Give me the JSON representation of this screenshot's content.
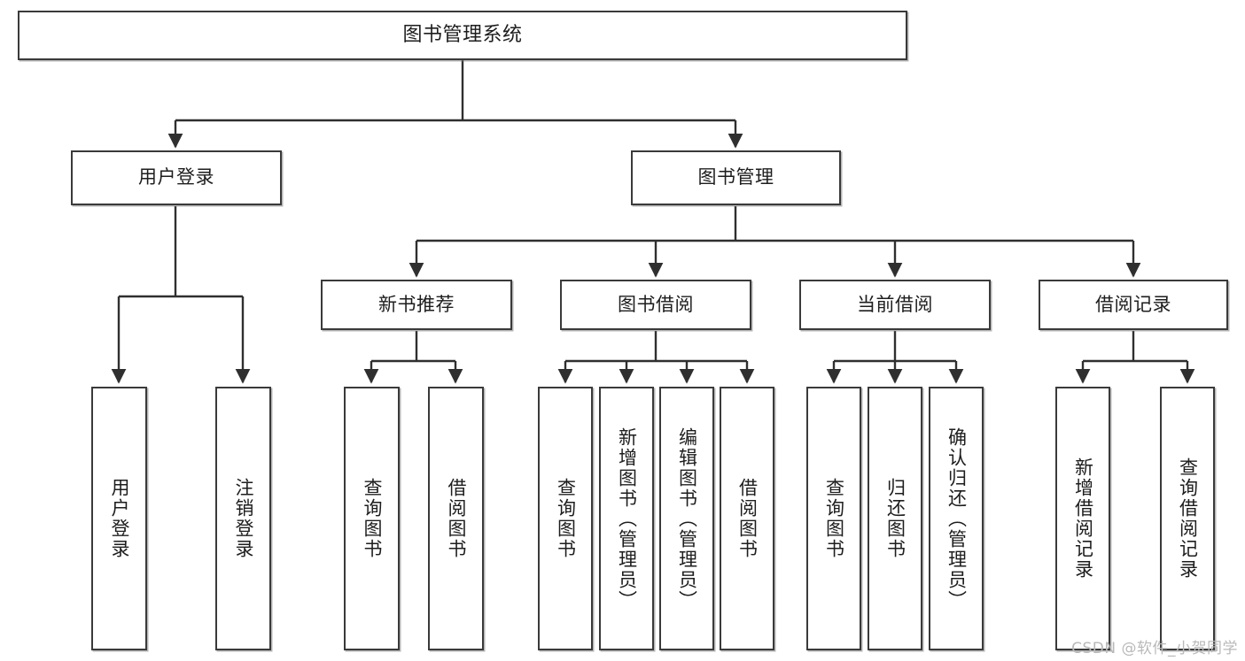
{
  "diagram": {
    "title": "图书管理系统",
    "type": "tree",
    "orientation": "top-down",
    "colors": {
      "box_border": "#3a3a3a",
      "box_fill": "#ffffff",
      "edge": "#2f2f2f",
      "text": "#1d1d1d",
      "watermark": "#b9b9b9",
      "background": "#ffffff"
    },
    "root": {
      "id": "root",
      "label": "图书管理系统"
    },
    "level2": [
      {
        "id": "n-user-login",
        "label": "用户登录"
      },
      {
        "id": "n-book-manage",
        "label": "图书管理"
      }
    ],
    "level3": [
      {
        "id": "n-new-book-rec",
        "label": "新书推荐"
      },
      {
        "id": "n-book-borrow",
        "label": "图书借阅"
      },
      {
        "id": "n-current-borrow",
        "label": "当前借阅"
      },
      {
        "id": "n-borrow-record",
        "label": "借阅记录"
      }
    ],
    "leaves": {
      "user_login": [
        {
          "id": "leaf-user-login",
          "label": "用户登录"
        },
        {
          "id": "leaf-logout-login",
          "label": "注销登录"
        }
      ],
      "new_book_rec": [
        {
          "id": "leaf-query-book-1",
          "label": "查询图书"
        },
        {
          "id": "leaf-borrow-book-1",
          "label": "借阅图书"
        }
      ],
      "book_borrow": [
        {
          "id": "leaf-query-book-2",
          "label": "查询图书"
        },
        {
          "id": "leaf-add-book",
          "label": "新增图书（管理员）"
        },
        {
          "id": "leaf-edit-book",
          "label": "编辑图书（管理员）"
        },
        {
          "id": "leaf-borrow-book-2",
          "label": "借阅图书"
        }
      ],
      "current_borrow": [
        {
          "id": "leaf-query-book-3",
          "label": "查询图书"
        },
        {
          "id": "leaf-return-book",
          "label": "归还图书"
        },
        {
          "id": "leaf-confirm-return",
          "label": "确认归还（管理员）"
        }
      ],
      "borrow_record": [
        {
          "id": "leaf-add-record",
          "label": "新增借阅记录"
        },
        {
          "id": "leaf-query-record",
          "label": "查询借阅记录"
        }
      ]
    }
  },
  "watermark": {
    "text": "CSDN @软件_小贺同学"
  }
}
